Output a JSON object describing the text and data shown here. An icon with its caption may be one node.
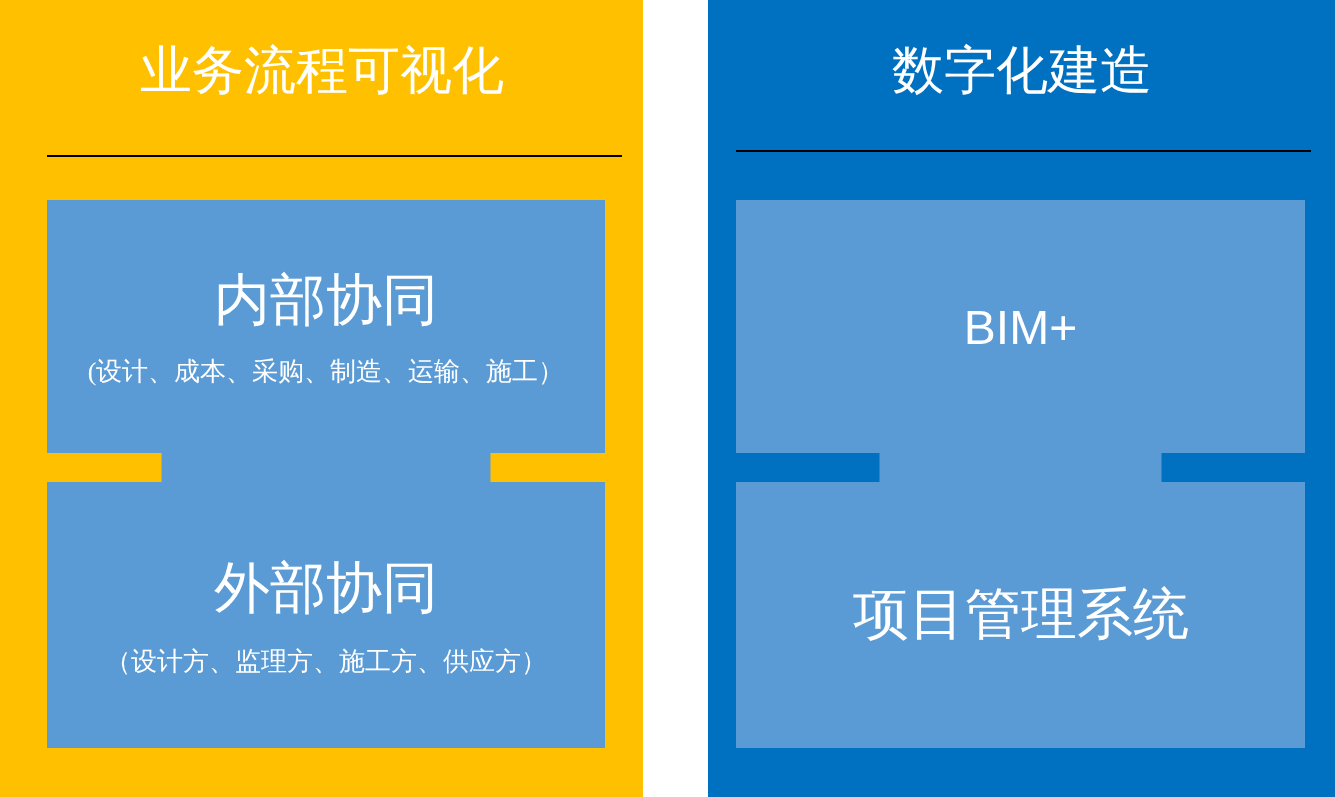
{
  "diagram": {
    "nodes": [
      {
        "text": [
          "业务流程可视化"
        ]
      },
      {
        "text": [
          "内部协同",
          "(设计、成本、采购、制造、运输、施工）"
        ],
        "in": 0
      },
      {
        "text": [
          "外部协同",
          "（设计方、监理方、施工方、供应方）"
        ],
        "in": 0
      },
      {
        "text": [
          "数字化建造"
        ]
      },
      {
        "text": [
          "BIM+"
        ],
        "in": 3
      },
      {
        "text": [
          "项目管理系统"
        ],
        "in": 3
      }
    ],
    "edges": [
      {
        "from": 1,
        "to": 2,
        "arrow": "none"
      },
      {
        "from": 4,
        "to": 5,
        "arrow": "none"
      }
    ]
  }
}
